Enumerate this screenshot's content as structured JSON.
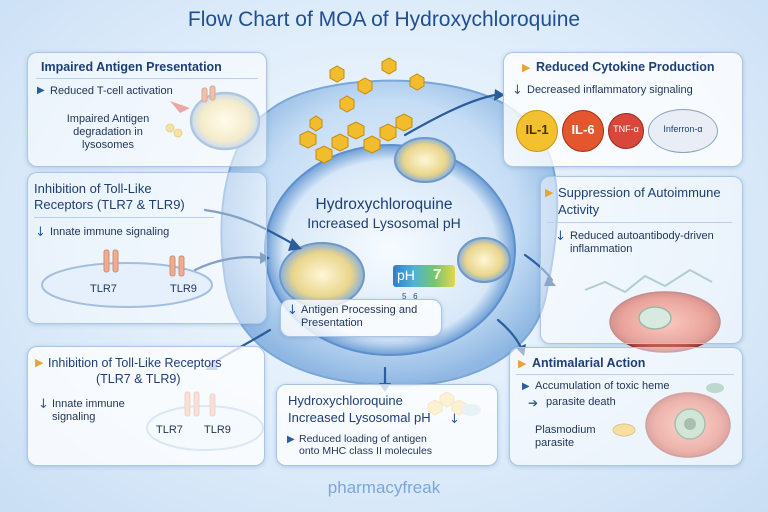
{
  "title": "Flow Chart of MOA of Hydroxychloroquine",
  "watermark": "pharmacyfreak",
  "center": {
    "line1": "Hydroxychloroquine",
    "line2": "Increased Lysosomal pH",
    "ph_label": "pH",
    "ph_value": "7",
    "ph_ticks": "5   6",
    "sub_arrow": "↓",
    "sub_text": "Antigen Processing and Presentation"
  },
  "panels": {
    "impaired_antigen": {
      "title": "Impaired Antigen Presentation",
      "bullet": "Reduced T-cell activation",
      "note": "Impaired Antigen degradation in lysosomes"
    },
    "tlr_top": {
      "title_line1": "Inhibition of Toll-Like",
      "title_line2": "Receptors (TLR7 & TLR9)",
      "bullet": "Innate immune signaling",
      "tlr7": "TLR7",
      "tlr9": "TLR9"
    },
    "tlr_bottom": {
      "title_line1": "Inhibition of Toll-Like Receptors",
      "title_line2": "(TLR7 & TLR9)",
      "bullet_line1": "Innate immune",
      "bullet_line2": "signaling",
      "tlr7": "TLR7",
      "tlr9": "TLR9"
    },
    "cytokine": {
      "title": "Reduced Cytokine Production",
      "bullet": "Decreased inflammatory signaling",
      "cytokines": [
        "IL-1",
        "IL-6",
        "TNF-α",
        "Inferron-α"
      ]
    },
    "autoimmune": {
      "title_line1": "Suppression of Autoimmune",
      "title_line2": "Activity",
      "bullet_line1": "Reduced autoantibody-driven",
      "bullet_line2": "inflammation"
    },
    "hcq_bottom": {
      "title_line1": "Hydroxychloroquine",
      "title_line2": "Increased Lysosomal pH",
      "bullet_line1": "Reduced loading of antigen",
      "bullet_line2": "onto MHC class II molecules"
    },
    "antimalarial": {
      "title": "Antimalarial Action",
      "bullet1": "Accumulation of toxic heme",
      "bullet2": "parasite death",
      "plasmodium_line1": "Plasmodium",
      "plasmodium_line2": "parasite"
    }
  },
  "colors": {
    "title": "#1f4f8f",
    "panel_border": "#a9c6e6",
    "accent_arrow": "#2a5d9c",
    "bullet_triangle": "#e8a33b",
    "il1": "#f3c12f",
    "il6": "#e4572e",
    "tnf": "#d9473a",
    "interferon": "#e9eef6"
  },
  "icons": [
    "hexagon-drug-molecule-icon",
    "lysosome-icon",
    "receptor-icon",
    "down-arrow-icon",
    "right-triangle-bullet-icon"
  ]
}
